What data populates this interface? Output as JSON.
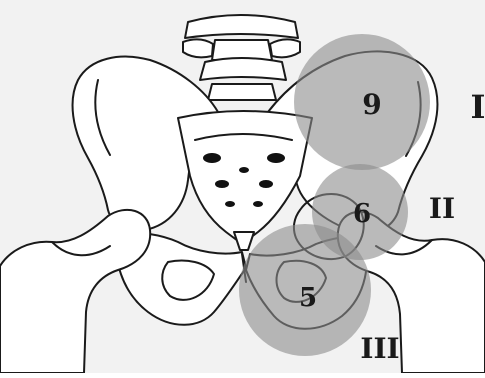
{
  "figure": {
    "background": "#f2f2f2",
    "line_color": "#1a1a1a",
    "zone_color": "#8c8c8c",
    "hole_color": "#111111"
  },
  "zones": [
    {
      "id": "zone-1",
      "numeral": "I",
      "count": "9"
    },
    {
      "id": "zone-2",
      "numeral": "II",
      "count": "6"
    },
    {
      "id": "zone-3",
      "numeral": "III",
      "count": "5"
    }
  ]
}
